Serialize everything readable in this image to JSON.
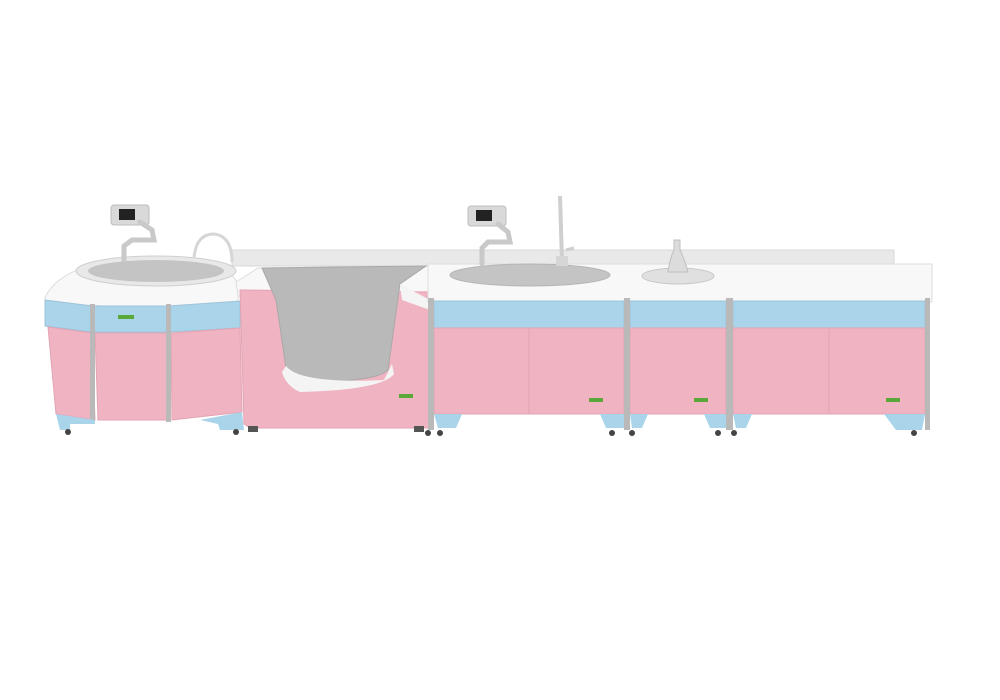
{
  "colors": {
    "background": "#ffffff",
    "cabinet_pink": "#f0b3c2",
    "cabinet_pink_shade": "#e3a3b3",
    "panel_blue": "#a9d4ea",
    "countertop_white": "#f8f8f8",
    "backsplash_gray": "#e9e9e9",
    "frame_gray": "#b9b9b9",
    "basin_gray": "#c4c4c4",
    "tub_interior_gray": "#b9b9b9",
    "logo_green": "#5aa83a"
  },
  "units": [
    {
      "name": "round-sink-cabinet",
      "doors": 3
    },
    {
      "name": "baby-bathtub-cabinet",
      "doors": 1
    },
    {
      "name": "oval-sink-cabinet",
      "doors": 2
    },
    {
      "name": "narrow-cabinet",
      "doors": 1
    },
    {
      "name": "end-cabinet",
      "doors": 2
    }
  ],
  "fixtures": [
    {
      "name": "monitor-arm-left"
    },
    {
      "name": "monitor-arm-right"
    },
    {
      "name": "faucet-gooseneck"
    },
    {
      "name": "faucet-tall"
    },
    {
      "name": "soap-dispenser"
    }
  ]
}
